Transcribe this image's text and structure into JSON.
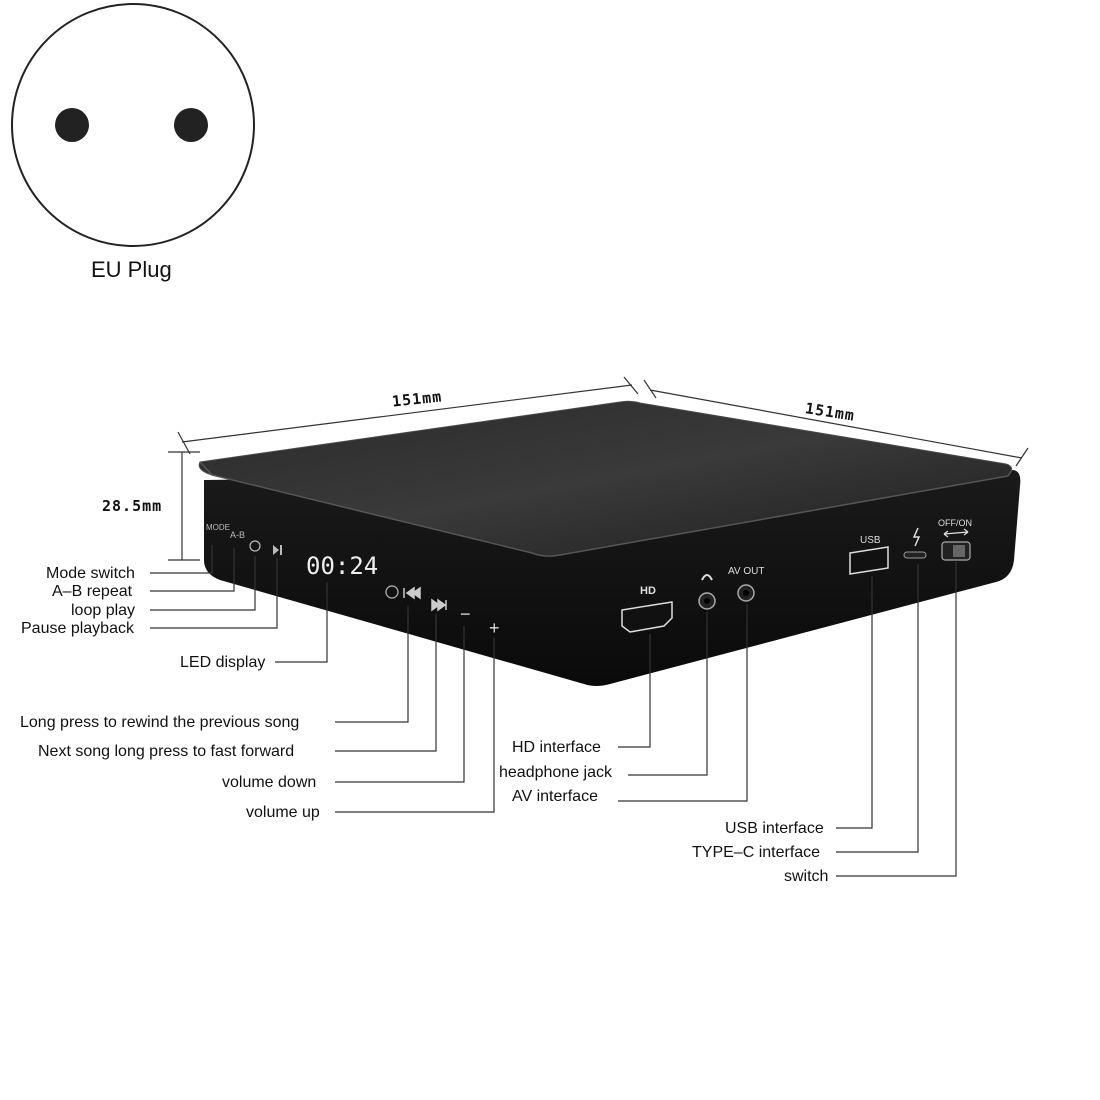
{
  "plug": {
    "label": "EU Plug"
  },
  "dimensions": {
    "width": "151mm",
    "depth": "151mm",
    "height": "28.5mm"
  },
  "device": {
    "mode_button": "MODE",
    "ab_button": "A-B",
    "led_readout": "00:24",
    "hd_port": "HD",
    "av_port": "AV OUT",
    "usb_port": "USB",
    "power_switch": "OFF/ON",
    "volume_down_symbol": "−",
    "volume_up_symbol": "+"
  },
  "callouts_left": {
    "mode_switch": "Mode switch",
    "ab_repeat": "A–B repeat",
    "loop_play": "loop play",
    "pause_playback": "Pause playback",
    "led_display": "LED display",
    "rewind": "Long press to rewind the previous song",
    "fast_forward": "Next song long press to fast forward",
    "volume_down": "volume down",
    "volume_up": "volume up"
  },
  "callouts_mid": {
    "hd_interface": "HD interface",
    "headphone_jack": "headphone jack",
    "av_interface": "AV interface"
  },
  "callouts_right": {
    "usb_interface": "USB interface",
    "typec_interface": "TYPE–C interface",
    "switch": "switch"
  }
}
